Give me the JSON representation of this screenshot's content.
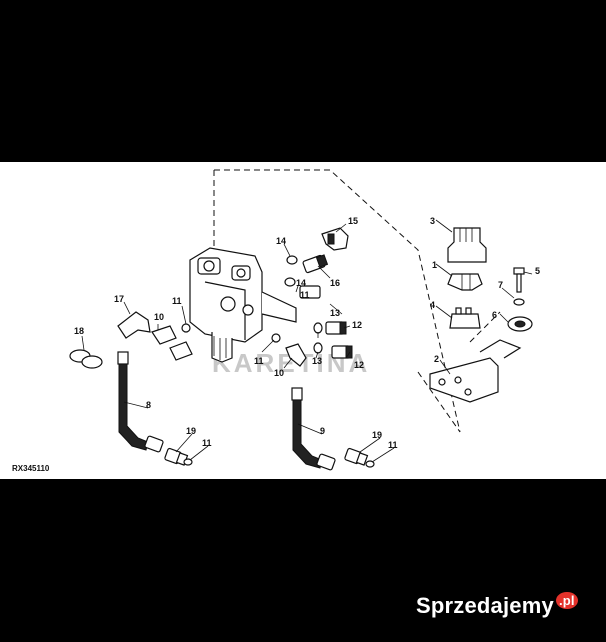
{
  "diagram": {
    "figure_id": "RX345110",
    "watermark": "KARETINA",
    "callouts": [
      "1",
      "2",
      "3",
      "4",
      "5",
      "6",
      "7",
      "8",
      "9",
      "10",
      "10",
      "11",
      "11",
      "11",
      "11",
      "11",
      "12",
      "12",
      "13",
      "13",
      "14",
      "14",
      "15",
      "16",
      "17",
      "18",
      "19",
      "19"
    ]
  },
  "branding": {
    "name": "Sprzedajemy",
    "tld": ".pl"
  }
}
